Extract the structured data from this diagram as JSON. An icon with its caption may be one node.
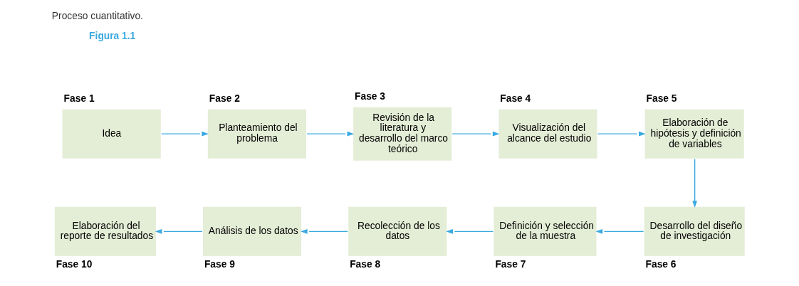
{
  "diagram": {
    "title": "Proceso cuantitativo.",
    "nodes": [
      {
        "text": [
          "Idea"
        ],
        "beside": [
          "Fase 1"
        ]
      },
      {
        "text": [
          "Planteamiento del problema"
        ],
        "beside": [
          "Fase 2"
        ]
      },
      {
        "text": [
          "Revisión de la literatura y desarrollo del marco teórico"
        ],
        "beside": [
          "Fase 3"
        ]
      },
      {
        "text": [
          "Visualización del alcance del estudio"
        ],
        "beside": [
          "Fase 4"
        ]
      },
      {
        "text": [
          "Elaboración de hipótesis y definición de variables"
        ],
        "beside": [
          "Fase 5"
        ]
      },
      {
        "text": [
          "Desarrollo del diseño de investigación"
        ],
        "beside": [
          "Fase 6"
        ]
      },
      {
        "text": [
          "Definición y selección de la muestra"
        ],
        "beside": [
          "Fase 7"
        ]
      },
      {
        "text": [
          "Recolección de los datos"
        ],
        "beside": [
          "Fase 8"
        ]
      },
      {
        "text": [
          "Análisis de los datos"
        ],
        "beside": [
          "Fase 9"
        ]
      },
      {
        "text": [
          "Elaboración del reporte de resultados"
        ],
        "beside": [
          "Fase 10"
        ]
      }
    ],
    "edges": [
      {
        "from": 0,
        "to": 1,
        "arrow": "to"
      },
      {
        "from": 1,
        "to": 2,
        "arrow": "to"
      },
      {
        "from": 2,
        "to": 3,
        "arrow": "to"
      },
      {
        "from": 3,
        "to": 4,
        "arrow": "to"
      },
      {
        "from": 4,
        "to": 5,
        "arrow": "to"
      },
      {
        "from": 5,
        "to": 6,
        "arrow": "to"
      },
      {
        "from": 6,
        "to": 7,
        "arrow": "to"
      },
      {
        "from": 7,
        "to": 8,
        "arrow": "to"
      },
      {
        "from": 8,
        "to": 9,
        "arrow": "to"
      }
    ],
    "labels": [
      "Figura 1.1"
    ]
  }
}
